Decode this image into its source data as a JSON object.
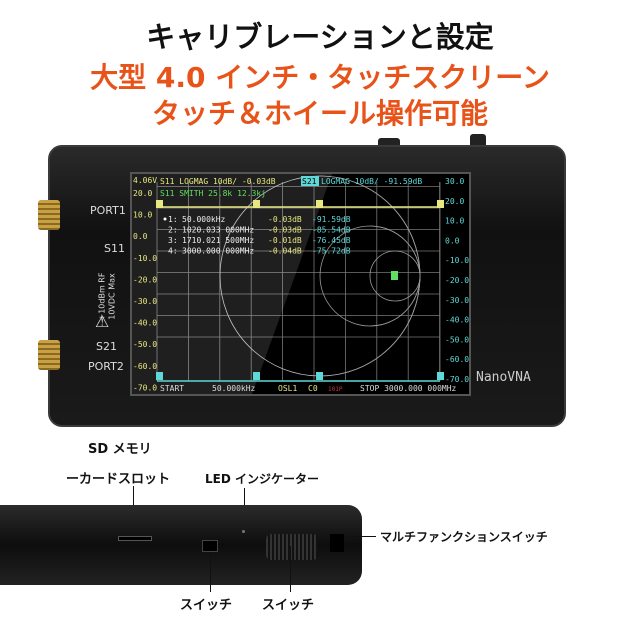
{
  "headline": {
    "title": "キャリブレーションと設定",
    "line2": "大型 4.0 インチ・タッチスクリーン",
    "line3": "タッチ＆ホイール操作可能"
  },
  "device": {
    "brand": "NanoVNA",
    "port1": "PORT1",
    "s11": "S11",
    "port2": "PORT2",
    "s21": "S21",
    "warning1": "+10dBm RF",
    "warning2": "10VDC Max"
  },
  "screen": {
    "battery": "4.06V",
    "trace1": "S11 LOGMAG 10dB/  -0.03dB",
    "trace2": "S11 SMITH   25.8k  12.3kj",
    "trace3_tag": "S21",
    "trace3": "LOGMAG 10dB/   -91.59dB",
    "left_axis": [
      "20.0",
      "10.0",
      "0.0",
      "-10.0",
      "-20.0",
      "-30.0",
      "-40.0",
      "-50.0",
      "-60.0",
      "-70.0"
    ],
    "right_axis": [
      "30.0",
      "20.0",
      "10.0",
      "0.0",
      "-10.0",
      "-20.0",
      "-30.0",
      "-40.0",
      "-50.0",
      "-60.0",
      "-70.0"
    ],
    "markers": [
      {
        "id": "1:",
        "freq": "50.000kHz",
        "s11": "-0.03dB",
        "s21": "-91.59dB",
        "active": true
      },
      {
        "id": "2:",
        "freq": "1020.033 000MHz",
        "s11": "-0.03dB",
        "s21": "-85.54dB"
      },
      {
        "id": "3:",
        "freq": "1710.021 500MHz",
        "s11": "-0.01dB",
        "s21": "-76.45dB"
      },
      {
        "id": "4:",
        "freq": "3000.000 000MHz",
        "s11": "-0.04dB",
        "s21": "-75.72dB"
      }
    ],
    "start_label": "START",
    "start_freq": "50.000kHz",
    "cal": "OSL1",
    "c0": "C0",
    "points": "101P",
    "stop": "STOP 3000.000 000MHz",
    "colors": {
      "s11": "#e8e880",
      "s21": "#5fd8d8",
      "smith": "#60e060",
      "marker_active": "#ff4040"
    }
  },
  "callouts": {
    "sd_line1": "SD メモリ",
    "sd_line2": "ーカードスロット",
    "led": "LED インジケーター",
    "multi": "マルチファンクションスイッチ",
    "switch1": "スイッチ",
    "switch2": "スイッチ"
  }
}
